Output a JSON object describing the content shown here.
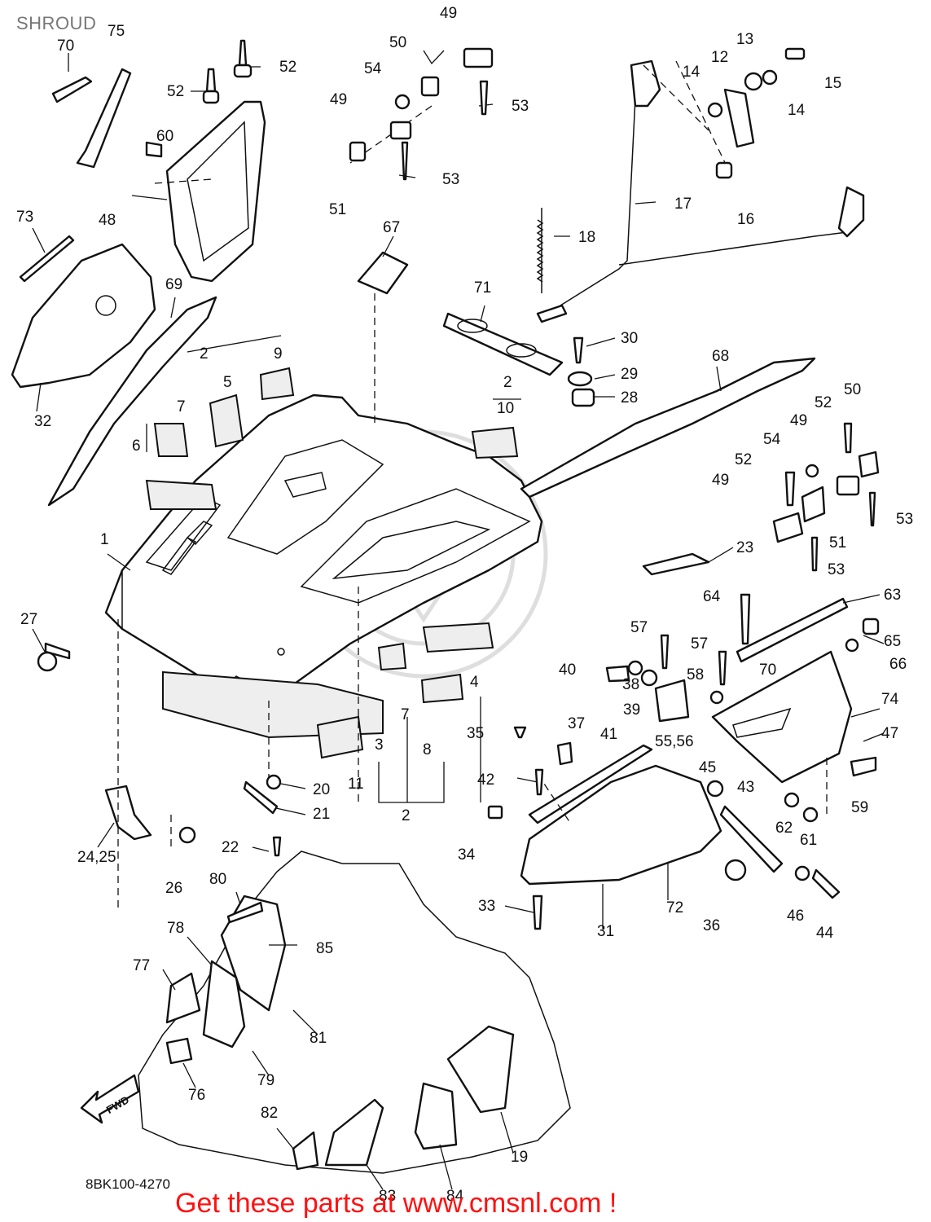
{
  "diagram": {
    "title": "SHROUD",
    "drawing_code": "8BK100-4270",
    "banner": "Get these parts at www.cmsnl.com !",
    "front_marker": "FWD",
    "callouts": [
      {
        "id": "c70a",
        "text": "70"
      },
      {
        "id": "c75",
        "text": "75"
      },
      {
        "id": "c52a",
        "text": "52"
      },
      {
        "id": "c52b",
        "text": "52"
      },
      {
        "id": "c49a",
        "text": "49"
      },
      {
        "id": "c50a",
        "text": "50"
      },
      {
        "id": "c54a",
        "text": "54"
      },
      {
        "id": "c49b",
        "text": "49"
      },
      {
        "id": "c53a",
        "text": "53"
      },
      {
        "id": "c53b",
        "text": "53"
      },
      {
        "id": "c51a",
        "text": "51"
      },
      {
        "id": "c60",
        "text": "60"
      },
      {
        "id": "c48",
        "text": "48"
      },
      {
        "id": "c73",
        "text": "73"
      },
      {
        "id": "c69",
        "text": "69"
      },
      {
        "id": "c32",
        "text": "32"
      },
      {
        "id": "c13",
        "text": "13"
      },
      {
        "id": "c12",
        "text": "12"
      },
      {
        "id": "c14a",
        "text": "14"
      },
      {
        "id": "c14b",
        "text": "14"
      },
      {
        "id": "c15",
        "text": "15"
      },
      {
        "id": "c16",
        "text": "16"
      },
      {
        "id": "c17",
        "text": "17"
      },
      {
        "id": "c18",
        "text": "18"
      },
      {
        "id": "c67",
        "text": "67"
      },
      {
        "id": "c71",
        "text": "71"
      },
      {
        "id": "c30",
        "text": "30"
      },
      {
        "id": "c29",
        "text": "29"
      },
      {
        "id": "c28",
        "text": "28"
      },
      {
        "id": "c68",
        "text": "68"
      },
      {
        "id": "c2a",
        "text": "2"
      },
      {
        "id": "c9",
        "text": "9"
      },
      {
        "id": "c5",
        "text": "5"
      },
      {
        "id": "c7a",
        "text": "7"
      },
      {
        "id": "c6",
        "text": "6"
      },
      {
        "id": "c2b",
        "text": "2"
      },
      {
        "id": "c10",
        "text": "10"
      },
      {
        "id": "c52c",
        "text": "52"
      },
      {
        "id": "c50b",
        "text": "50"
      },
      {
        "id": "c49c",
        "text": "49"
      },
      {
        "id": "c54b",
        "text": "54"
      },
      {
        "id": "c52d",
        "text": "52"
      },
      {
        "id": "c49d",
        "text": "49"
      },
      {
        "id": "c51b",
        "text": "51"
      },
      {
        "id": "c53c",
        "text": "53"
      },
      {
        "id": "c53d",
        "text": "53"
      },
      {
        "id": "c1",
        "text": "1"
      },
      {
        "id": "c23",
        "text": "23"
      },
      {
        "id": "c27",
        "text": "27"
      },
      {
        "id": "c64",
        "text": "64"
      },
      {
        "id": "c63",
        "text": "63"
      },
      {
        "id": "c65",
        "text": "65"
      },
      {
        "id": "c66",
        "text": "66"
      },
      {
        "id": "c57a",
        "text": "57"
      },
      {
        "id": "c57b",
        "text": "57"
      },
      {
        "id": "c40",
        "text": "40"
      },
      {
        "id": "c38",
        "text": "38"
      },
      {
        "id": "c58",
        "text": "58"
      },
      {
        "id": "c70b",
        "text": "70"
      },
      {
        "id": "c39",
        "text": "39"
      },
      {
        "id": "c74",
        "text": "74"
      },
      {
        "id": "c4",
        "text": "4"
      },
      {
        "id": "c7b",
        "text": "7"
      },
      {
        "id": "c3",
        "text": "3"
      },
      {
        "id": "c8",
        "text": "8"
      },
      {
        "id": "c35",
        "text": "35"
      },
      {
        "id": "c37",
        "text": "37"
      },
      {
        "id": "c41",
        "text": "41"
      },
      {
        "id": "c5556",
        "text": "55,56"
      },
      {
        "id": "c47",
        "text": "47"
      },
      {
        "id": "c11",
        "text": "11"
      },
      {
        "id": "c20",
        "text": "20"
      },
      {
        "id": "c42",
        "text": "42"
      },
      {
        "id": "c45",
        "text": "45"
      },
      {
        "id": "c43",
        "text": "43"
      },
      {
        "id": "c2c",
        "text": "2"
      },
      {
        "id": "c21",
        "text": "21"
      },
      {
        "id": "c59",
        "text": "59"
      },
      {
        "id": "c62",
        "text": "62"
      },
      {
        "id": "c61",
        "text": "61"
      },
      {
        "id": "c2425",
        "text": "24,25"
      },
      {
        "id": "c22",
        "text": "22"
      },
      {
        "id": "c34",
        "text": "34"
      },
      {
        "id": "c26",
        "text": "26"
      },
      {
        "id": "c80",
        "text": "80"
      },
      {
        "id": "c72",
        "text": "72"
      },
      {
        "id": "c33",
        "text": "33"
      },
      {
        "id": "c36",
        "text": "36"
      },
      {
        "id": "c46",
        "text": "46"
      },
      {
        "id": "c44",
        "text": "44"
      },
      {
        "id": "c31",
        "text": "31"
      },
      {
        "id": "c78",
        "text": "78"
      },
      {
        "id": "c85",
        "text": "85"
      },
      {
        "id": "c77",
        "text": "77"
      },
      {
        "id": "c81",
        "text": "81"
      },
      {
        "id": "c79",
        "text": "79"
      },
      {
        "id": "c76",
        "text": "76"
      },
      {
        "id": "c82",
        "text": "82"
      },
      {
        "id": "c19",
        "text": "19"
      },
      {
        "id": "c83",
        "text": "83"
      },
      {
        "id": "c84",
        "text": "84"
      }
    ]
  }
}
